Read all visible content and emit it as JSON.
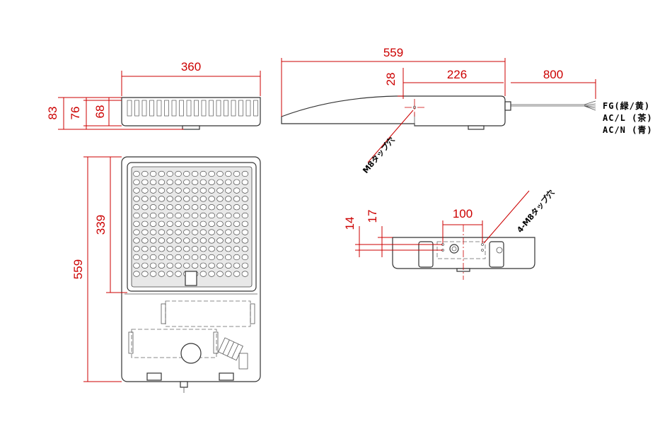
{
  "dimensions": {
    "top_width": "360",
    "total_height": "83",
    "height_76": "76",
    "height_68": "68",
    "side_length": "559",
    "side_226": "226",
    "side_28": "28",
    "cable_length": "800",
    "front_length": "559",
    "front_339": "339",
    "bottom_100": "100",
    "bottom_14": "14",
    "bottom_17": "17"
  },
  "notes": {
    "m8_tap": "M8タップ穴",
    "m8_tap_4": "4-M8タップ穴"
  },
  "wires": {
    "fg": "FG(緑/黄)",
    "acl": "AC/L (茶)",
    "acn": "AC/N (青)"
  },
  "colors": {
    "dimension": "#cc0000",
    "outline": "#333333"
  }
}
